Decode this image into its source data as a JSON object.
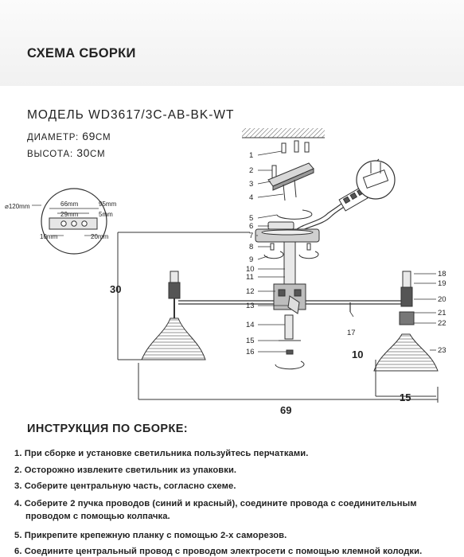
{
  "header": {
    "title": "СХЕМА СБОРКИ"
  },
  "model": {
    "label": "МОДЕЛЬ",
    "code": "WD3617/3C-AB-BK-WT"
  },
  "specs": {
    "diameter_label": "ДИАМЕТР:",
    "diameter_value": "69",
    "diameter_unit": "СМ",
    "height_label": "ВЫСОТА:",
    "height_value": "30",
    "height_unit": "СМ"
  },
  "detail": {
    "d120": "⌀120mm",
    "d95": "95mm",
    "d66": "66mm",
    "d29": "29mm",
    "d5": "5mm",
    "d10": "10mm",
    "d20": "20mm"
  },
  "dims": {
    "height": "30",
    "width": "69",
    "shade_h": "10",
    "shade_w": "15"
  },
  "callouts": [
    "1",
    "2",
    "3",
    "4",
    "5",
    "6",
    "7",
    "8",
    "9",
    "10",
    "11",
    "12",
    "13",
    "14",
    "15",
    "16",
    "17",
    "18",
    "19",
    "20",
    "21",
    "22",
    "23"
  ],
  "instructions": {
    "title": "ИНСТРУКЦИЯ ПО СБОРКЕ:",
    "steps": [
      {
        "num": "1.",
        "text": "При сборке и установке светильника пользуйтесь перчатками."
      },
      {
        "num": "2.",
        "text": "Осторожно извлеките светильник из упаковки."
      },
      {
        "num": "3.",
        "text": "Соберите центральную часть, согласно схеме."
      },
      {
        "num": "4.",
        "text": "Соберите 2 пучка проводов (синий и красный), соедините провода с соединительным",
        "cont": "проводом с помощью колпачка."
      },
      {
        "num": "5.",
        "text": "Прикрепите крепежную планку с помощью 2-х саморезов."
      },
      {
        "num": "6.",
        "text": "Соедините центральный провод с проводом электросети с помощью клемной колодки."
      }
    ]
  },
  "colors": {
    "ink": "#222222",
    "line": "#333333",
    "band": "#f1f1f1"
  }
}
